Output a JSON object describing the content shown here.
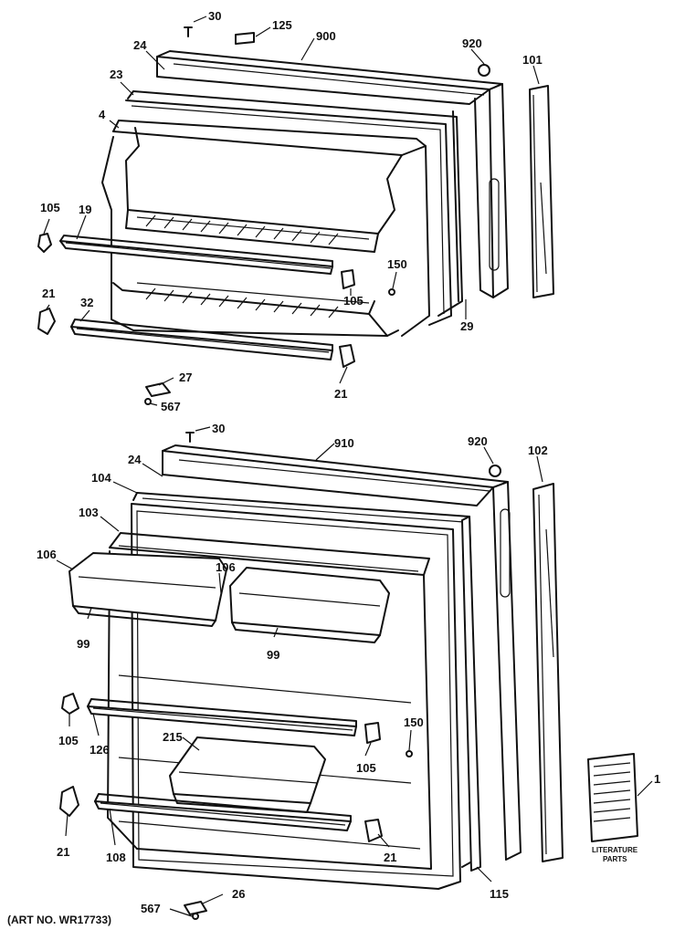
{
  "diagram": {
    "art_number": "(ART NO. WR17733)",
    "literature_label_line1": "LITERATURE",
    "literature_label_line2": "PARTS",
    "freezer_callouts": {
      "screw_top": "30",
      "tag": "125",
      "outer_door": "900",
      "plug": "920",
      "handle_strip": "101",
      "door_liner_top": "24",
      "gasket": "23",
      "liner": "4",
      "bracket_left": "105",
      "shelf_bar": "19",
      "cap_left": "21",
      "lower_bar": "32",
      "screw_right": "150",
      "bracket_right": "105",
      "frame_side": "29",
      "hinge_plate": "27",
      "pin": "567",
      "cap_right": "21"
    },
    "fresh_callouts": {
      "screw_top": "30",
      "outer_door": "910",
      "plug": "920",
      "handle_strip": "102",
      "door_liner_top": "24",
      "gasket": "104",
      "frame": "103",
      "bin_left": "106",
      "bin_mid": "106",
      "bin_rail_left": "99",
      "bin_rail_mid": "99",
      "bracket_left": "105",
      "bar_upper": "126",
      "dairy": "215",
      "screw_right": "150",
      "bracket_right": "105",
      "cap_left": "21",
      "bar_lower": "108",
      "cap_right": "21",
      "side_strip": "115",
      "literature": "1",
      "hinge_plate": "26",
      "pin": "567"
    }
  }
}
